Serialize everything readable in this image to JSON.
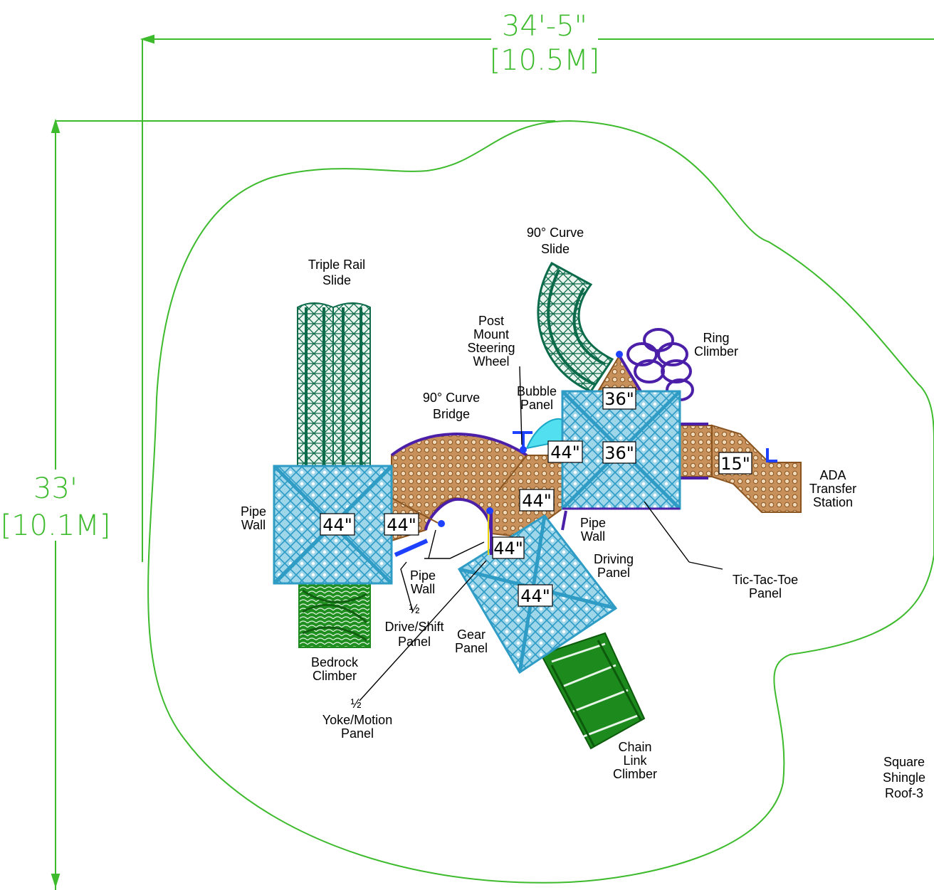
{
  "dimensions": {
    "width_ft": "34'-5\"",
    "width_m": "[10.5M]",
    "depth_ft": "33'",
    "depth_m": "[10.1M]"
  },
  "heights": {
    "left_deck": "44\"",
    "bridge_left": "44\"",
    "center_deck": "44\"",
    "center_right": "44\"",
    "small_center": "44\"",
    "driving_deck": "44\"",
    "top_36": "36\"",
    "mid_36": "36\"",
    "transfer": "15\""
  },
  "labels": {
    "triple_rail_slide": [
      "Triple Rail",
      "Slide"
    ],
    "curve_slide": [
      "90° Curve",
      "Slide"
    ],
    "steering_wheel": [
      "Post",
      "Mount",
      "Steering",
      "Wheel"
    ],
    "ring_climber": [
      "Ring",
      "Climber"
    ],
    "bubble_panel": [
      "Bubble",
      "Panel"
    ],
    "curve_bridge": [
      "90° Curve",
      "Bridge"
    ],
    "pipe_wall_left": [
      "Pipe",
      "Wall"
    ],
    "pipe_wall_center": [
      "Pipe",
      "Wall"
    ],
    "pipe_wall_right": [
      "Pipe",
      "Wall"
    ],
    "drive_shift": [
      "½",
      "Drive/Shift",
      "Panel"
    ],
    "gear_panel": [
      "Gear",
      "Panel"
    ],
    "driving_panel": [
      "Driving",
      "Panel"
    ],
    "bedrock_climber": [
      "Bedrock",
      "Climber"
    ],
    "yoke_motion": [
      "½",
      "Yoke/Motion",
      "Panel"
    ],
    "chain_link": [
      "Chain",
      "Link",
      "Climber"
    ],
    "tic_tac_toe": [
      "Tic-Tac-Toe",
      "Panel"
    ],
    "ada_transfer": [
      "ADA",
      "Transfer",
      "Station"
    ],
    "roof": [
      "Square",
      "Shingle",
      "Roof-3"
    ]
  },
  "colors": {
    "boundary": "#3dbb2d",
    "deck": "#5bb8d8",
    "slide": "#0b6b4a",
    "climber": "#1c8a1c",
    "bridge": "#b87333",
    "rail": "#4b1fa8",
    "bubble": "#52e0f0"
  }
}
